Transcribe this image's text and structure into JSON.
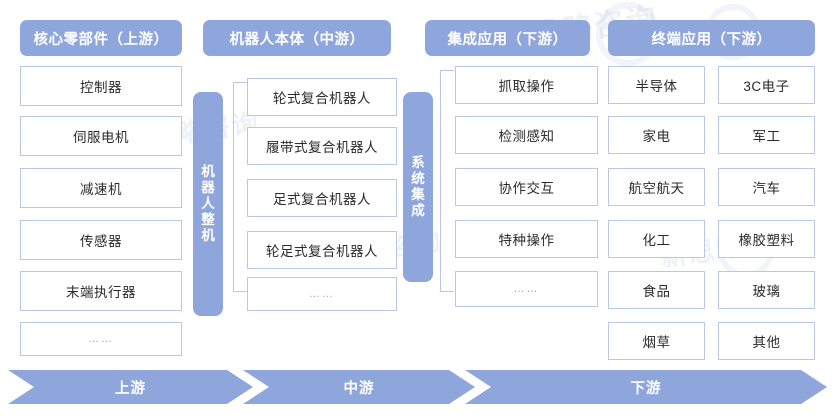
{
  "theme": {
    "accent": "#8fa6dc",
    "box_border": "#b9c7e2",
    "text": "#2b2b2b",
    "header_text": "#ffffff",
    "background": "#ffffff"
  },
  "watermarks": [
    {
      "text": "新思略咨询"
    },
    {
      "text": "新思略咨询"
    },
    {
      "text": "新思略咨询"
    },
    {
      "text": "新思略咨询"
    }
  ],
  "columns": [
    {
      "id": "upstream",
      "header": "核心零部件（上游）",
      "items": [
        {
          "label": "控制器"
        },
        {
          "label": "伺服电机"
        },
        {
          "label": "减速机"
        },
        {
          "label": "传感器"
        },
        {
          "label": "末端执行器"
        },
        {
          "label": "……"
        }
      ]
    },
    {
      "id": "midstream",
      "header": "机器人本体（中游）",
      "side_label": "机器人整机",
      "items": [
        {
          "label": "轮式复合机器人"
        },
        {
          "label": "履带式复合机器人"
        },
        {
          "label": "足式复合机器人"
        },
        {
          "label": "轮足式复合机器人"
        },
        {
          "label": "……"
        }
      ]
    },
    {
      "id": "integration",
      "header": "集成应用（下游）",
      "side_label": "系统集成",
      "items": [
        {
          "label": "抓取操作"
        },
        {
          "label": "检测感知"
        },
        {
          "label": "协作交互"
        },
        {
          "label": "特种操作"
        },
        {
          "label": "……"
        }
      ]
    },
    {
      "id": "terminal",
      "header": "终端应用（下游）",
      "items_col1": [
        {
          "label": "半导体"
        },
        {
          "label": "家电"
        },
        {
          "label": "航空航天"
        },
        {
          "label": "化工"
        },
        {
          "label": "食品"
        },
        {
          "label": "烟草"
        }
      ],
      "items_col2": [
        {
          "label": "3C电子"
        },
        {
          "label": "军工"
        },
        {
          "label": "汽车"
        },
        {
          "label": "橡胶塑料"
        },
        {
          "label": "玻璃"
        },
        {
          "label": "其他"
        }
      ]
    }
  ],
  "flow_band": [
    {
      "label": "上游"
    },
    {
      "label": "中游"
    },
    {
      "label": "下游"
    }
  ]
}
